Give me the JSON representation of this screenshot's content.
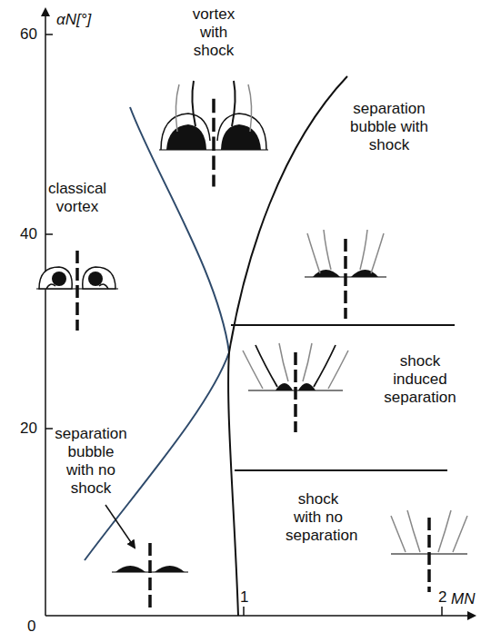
{
  "diagram": {
    "labels": [
      "αN[°]",
      "60",
      "40",
      "20",
      "0",
      "1",
      "2",
      "MN",
      "vortex with shock",
      "classical vortex",
      "separation bubble with shock",
      "shock induced separation",
      "separation bubble with no shock",
      "shock with no separation"
    ]
  }
}
